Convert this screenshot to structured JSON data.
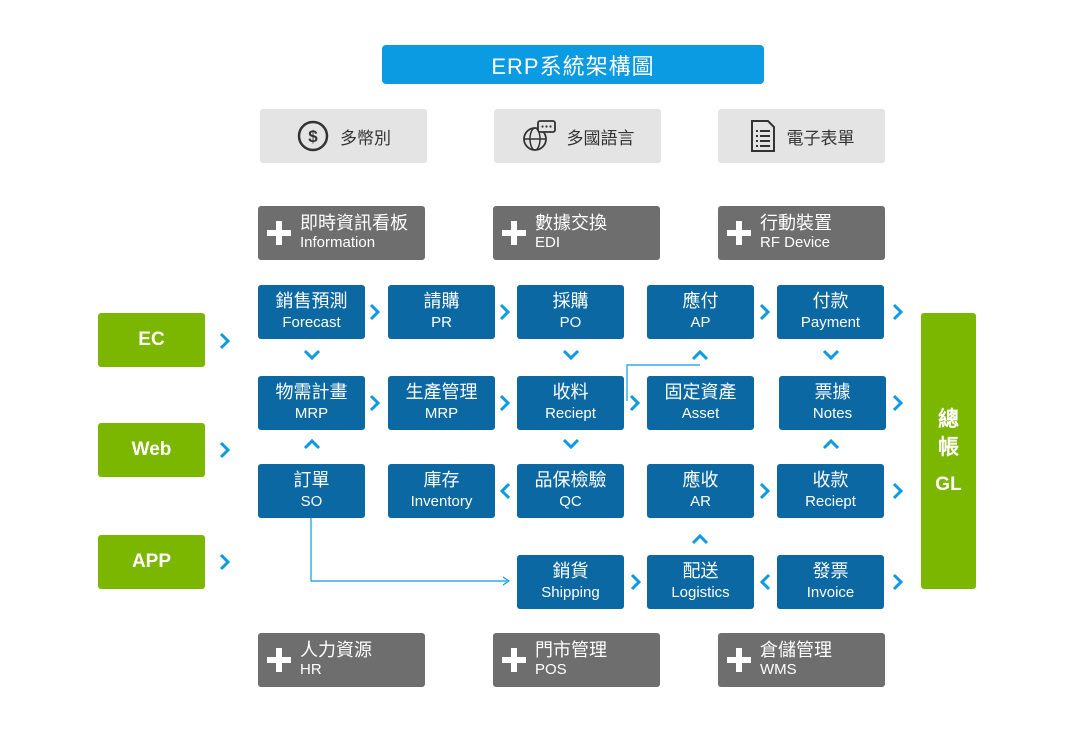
{
  "title": "ERP系統架構圖",
  "features": [
    {
      "label": "多幣別",
      "icon": "dollar-coin-icon"
    },
    {
      "label": "多國語言",
      "icon": "globe-chat-icon"
    },
    {
      "label": "電子表單",
      "icon": "document-form-icon"
    }
  ],
  "top_modules": [
    {
      "cn": "即時資訊看板",
      "en": "Information"
    },
    {
      "cn": "數據交換",
      "en": "EDI"
    },
    {
      "cn": "行動裝置",
      "en": "RF Device"
    }
  ],
  "bottom_modules": [
    {
      "cn": "人力資源",
      "en": "HR"
    },
    {
      "cn": "門市管理",
      "en": "POS"
    },
    {
      "cn": "倉儲管理",
      "en": "WMS"
    }
  ],
  "channels": [
    "EC",
    "Web",
    "APP"
  ],
  "gl": {
    "line1": "總",
    "line2": "帳",
    "code": "GL"
  },
  "process": {
    "forecast": {
      "cn": "銷售預測",
      "en": "Forecast"
    },
    "pr": {
      "cn": "請購",
      "en": "PR"
    },
    "po": {
      "cn": "採購",
      "en": "PO"
    },
    "ap": {
      "cn": "應付",
      "en": "AP"
    },
    "payment": {
      "cn": "付款",
      "en": "Payment"
    },
    "mrp1": {
      "cn": "物需計畫",
      "en": "MRP"
    },
    "mrp2": {
      "cn": "生產管理",
      "en": "MRP"
    },
    "receipt1": {
      "cn": "收料",
      "en": "Reciept"
    },
    "asset": {
      "cn": "固定資產",
      "en": "Asset"
    },
    "notes": {
      "cn": "票據",
      "en": "Notes"
    },
    "so": {
      "cn": "訂單",
      "en": "SO"
    },
    "inventory": {
      "cn": "庫存",
      "en": "Inventory"
    },
    "qc": {
      "cn": "品保檢驗",
      "en": "QC"
    },
    "ar": {
      "cn": "應收",
      "en": "AR"
    },
    "receipt2": {
      "cn": "收款",
      "en": "Reciept"
    },
    "shipping": {
      "cn": "銷貨",
      "en": "Shipping"
    },
    "logistics": {
      "cn": "配送",
      "en": "Logistics"
    },
    "invoice": {
      "cn": "發票",
      "en": "Invoice"
    }
  },
  "colors": {
    "title": "#0a9be2",
    "process": "#0b68a3",
    "arrow": "#0a9be2",
    "channel": "#7cb700",
    "module": "#6e6e6e",
    "feature": "#e4e4e4"
  }
}
